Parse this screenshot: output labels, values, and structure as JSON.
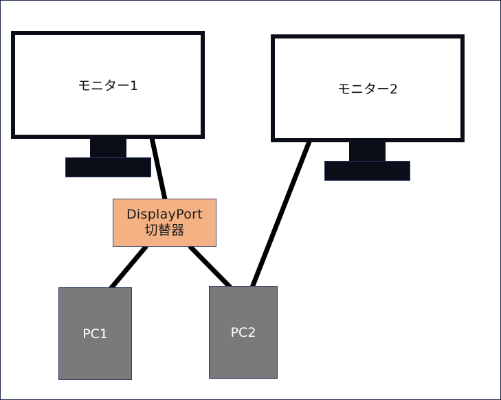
{
  "monitor1": {
    "label": "モニター1"
  },
  "monitor2": {
    "label": "モニター2"
  },
  "switch": {
    "line1": "DisplayPort",
    "line2": "切替器",
    "color": "#f4b183"
  },
  "pc1": {
    "label": "PC1",
    "color": "#7a7a7a"
  },
  "pc2": {
    "label": "PC2",
    "color": "#7a7a7a"
  },
  "colors": {
    "cable": "#000000",
    "monitor_frame": "#0b0e18",
    "border": "#1f2a44"
  }
}
